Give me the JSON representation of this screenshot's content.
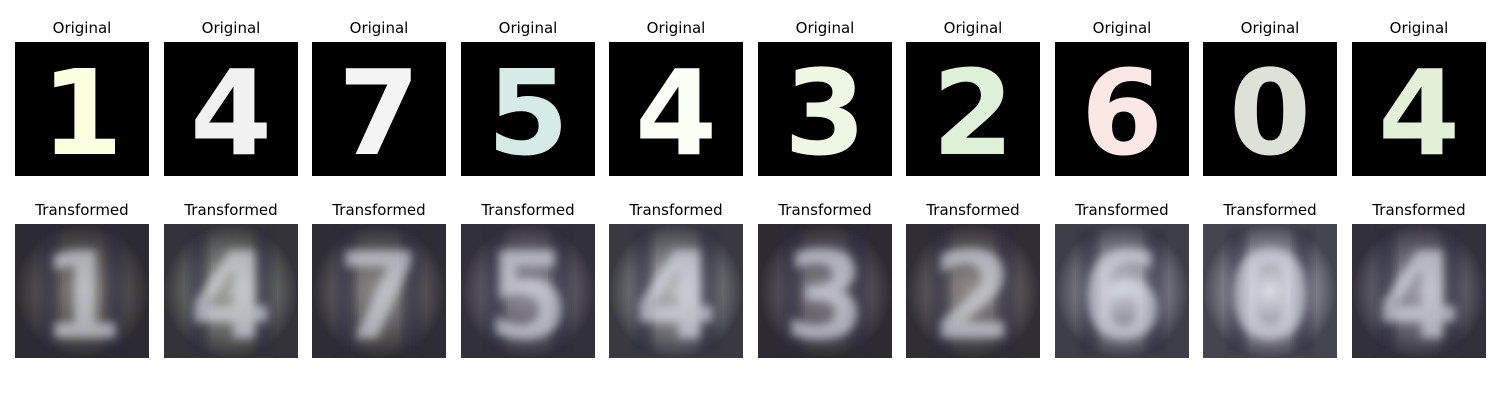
{
  "labels": {
    "top": "Original",
    "bottom": "Transformed"
  },
  "panels": [
    {
      "digit": "1",
      "ink": "#fbfedf",
      "bg": "#555050",
      "glow": "#a8a69a"
    },
    {
      "digit": "4",
      "ink": "#f1f1f1",
      "bg": "#72766e",
      "glow": "#c9ccc2"
    },
    {
      "digit": "7",
      "ink": "#f4f4f4",
      "bg": "#5c5a58",
      "glow": "#b5b3b0"
    },
    {
      "digit": "5",
      "ink": "#d6ebe7",
      "bg": "#6a6770",
      "glow": "#b6b2c0"
    },
    {
      "digit": "4",
      "ink": "#fbfef4",
      "bg": "#8a8e8e",
      "glow": "#d7dcdc"
    },
    {
      "digit": "3",
      "ink": "#eef6e4",
      "bg": "#58504f",
      "glow": "#a9a9b8"
    },
    {
      "digit": "2",
      "ink": "#dff0d9",
      "bg": "#645d5d",
      "glow": "#b9b4b0"
    },
    {
      "digit": "6",
      "ink": "#fbe8e4",
      "bg": "#9aa0a8",
      "glow": "#e3e6ee"
    },
    {
      "digit": "0",
      "ink": "#dde2d8",
      "bg": "#b7bcc6",
      "glow": "#f2f3f7"
    },
    {
      "digit": "4",
      "ink": "#e3f0d8",
      "bg": "#6d6a72",
      "glow": "#c3c2cc"
    }
  ]
}
